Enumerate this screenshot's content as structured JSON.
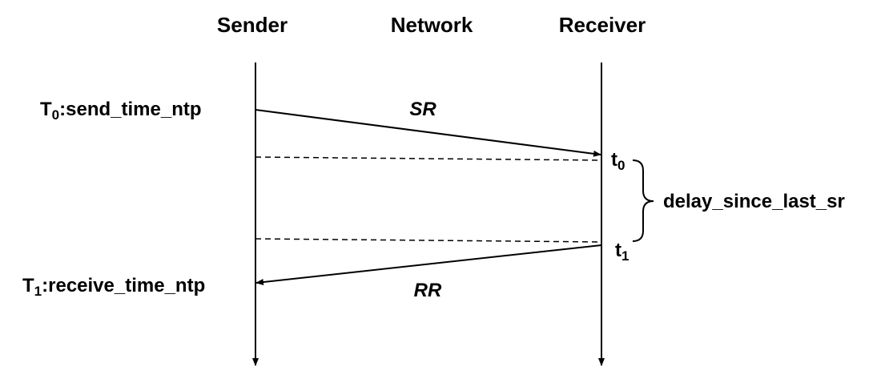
{
  "participants": {
    "sender": "Sender",
    "network": "Network",
    "receiver": "Receiver"
  },
  "sender_events": {
    "t0": {
      "main": "T",
      "sub": "0",
      "text": ":send_time_ntp"
    },
    "t1": {
      "main": "T",
      "sub": "1",
      "text": ":receive_time_ntp"
    }
  },
  "receiver_events": {
    "t0": {
      "main": "t",
      "sub": "0"
    },
    "t1": {
      "main": "t",
      "sub": "1"
    }
  },
  "messages": {
    "sr": "SR",
    "rr": "RR"
  },
  "interval_label": "delay_since_last_sr"
}
